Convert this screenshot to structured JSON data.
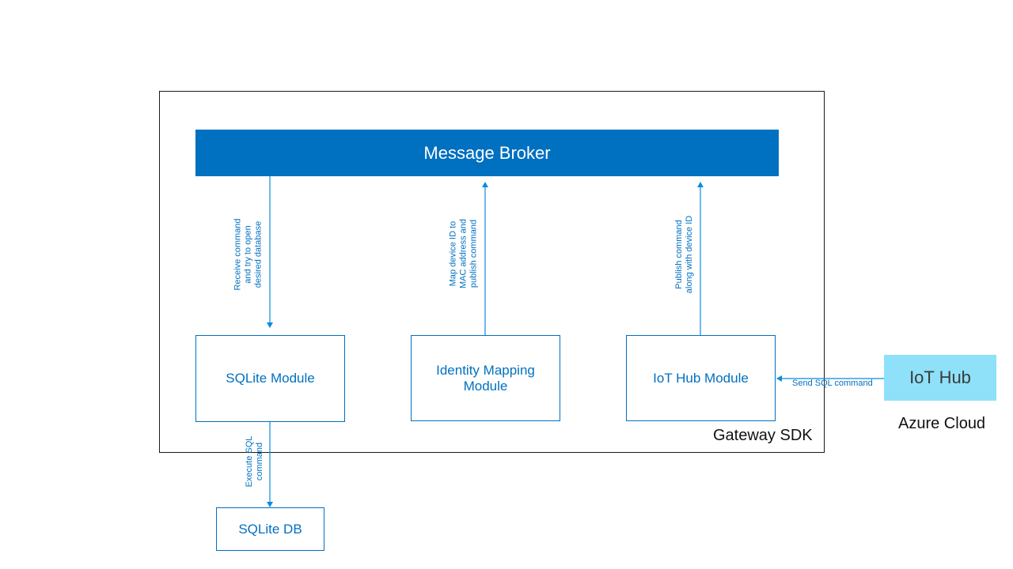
{
  "gateway": {
    "label": "Gateway SDK"
  },
  "broker": {
    "label": "Message Broker"
  },
  "modules": {
    "sqlite": "SQLite Module",
    "identity": "Identity Mapping Module",
    "iothub": "IoT Hub Module",
    "sqlite_db": "SQLite DB"
  },
  "cloud": {
    "iot_hub": "IoT Hub",
    "label": "Azure Cloud"
  },
  "edges": {
    "receive_line1": "Receive command",
    "receive_line2": "and try to open",
    "receive_line3": "desired database",
    "map_line1": "Map device ID to",
    "map_line2": "MAC address and",
    "map_line3": "publish command",
    "publish_line1": "Publish command",
    "publish_line2": "along with device ID",
    "execute_line1": "Execute SQL",
    "execute_line2": "command",
    "send_sql": "Send SQL command"
  },
  "colors": {
    "accent": "#0070c0",
    "cloud": "#8ee1f8"
  }
}
